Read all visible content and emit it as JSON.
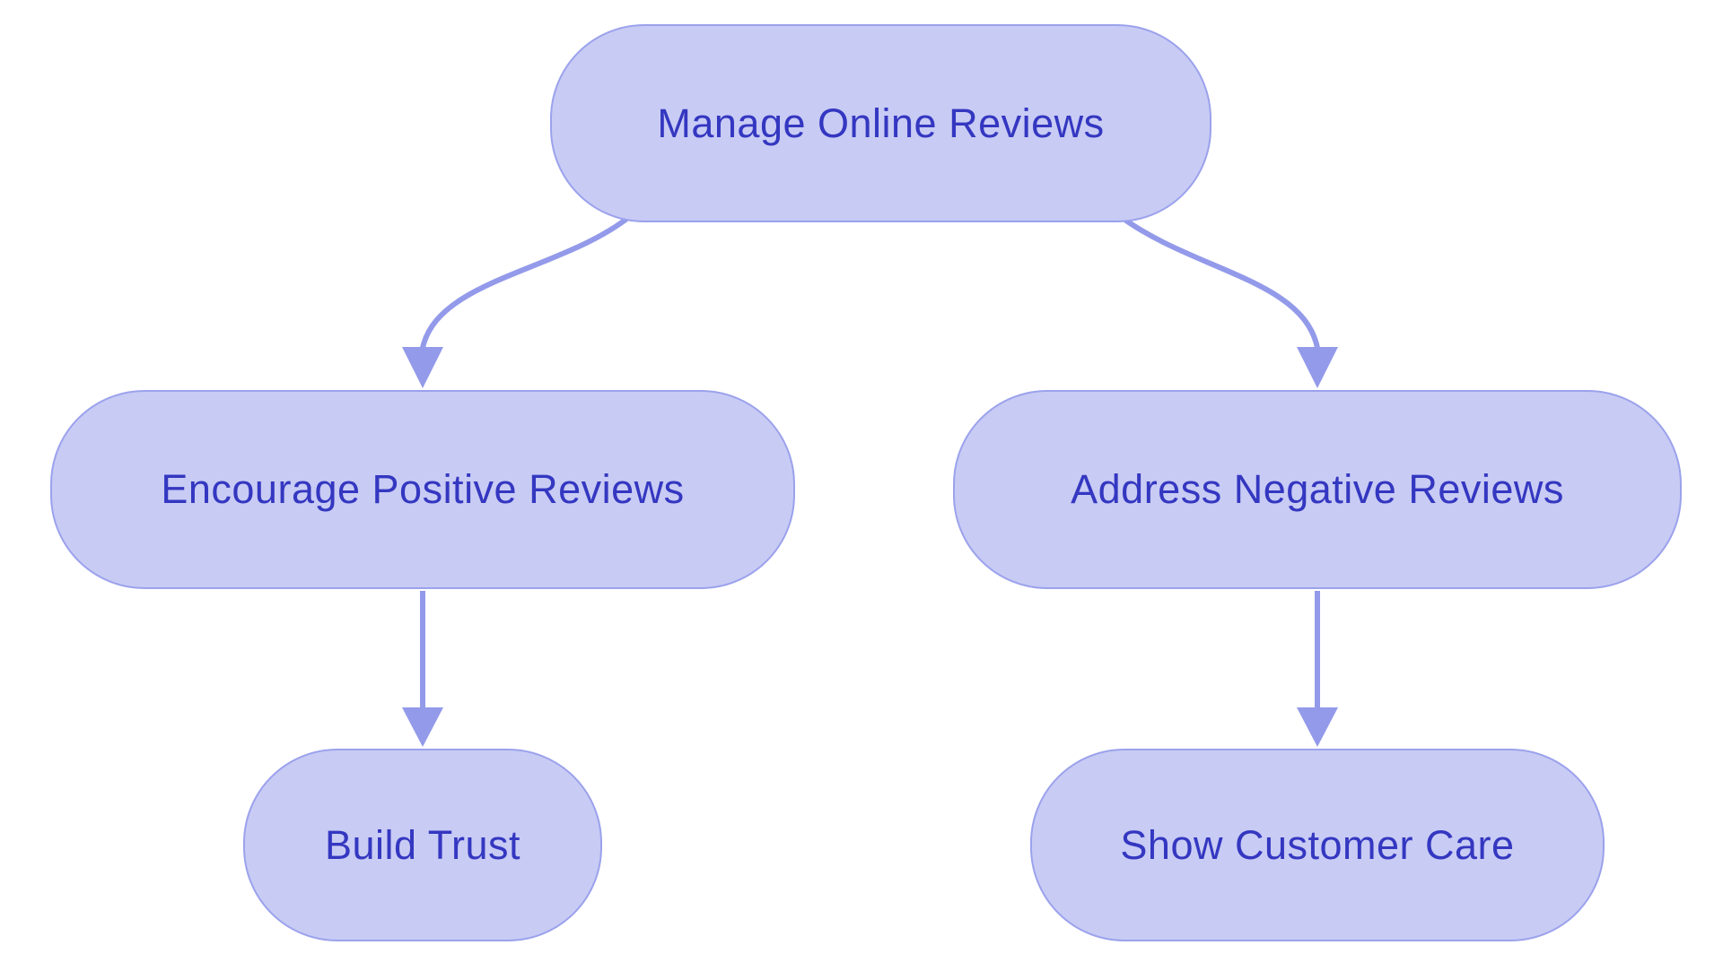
{
  "diagram": {
    "type": "flowchart",
    "direction": "top-down",
    "nodes": [
      {
        "id": "manage",
        "label": "Manage Online Reviews"
      },
      {
        "id": "encourage",
        "label": "Encourage Positive Reviews"
      },
      {
        "id": "address",
        "label": "Address Negative Reviews"
      },
      {
        "id": "trust",
        "label": "Build Trust"
      },
      {
        "id": "care",
        "label": "Show Customer Care"
      }
    ],
    "edges": [
      {
        "from": "manage",
        "to": "encourage"
      },
      {
        "from": "manage",
        "to": "address"
      },
      {
        "from": "encourage",
        "to": "trust"
      },
      {
        "from": "address",
        "to": "care"
      }
    ],
    "colors": {
      "background": "#ffffff",
      "node_fill": "#c8cbf4",
      "node_border": "#9ba2ec",
      "node_text": "#3437c0",
      "edge": "#939aea"
    }
  }
}
